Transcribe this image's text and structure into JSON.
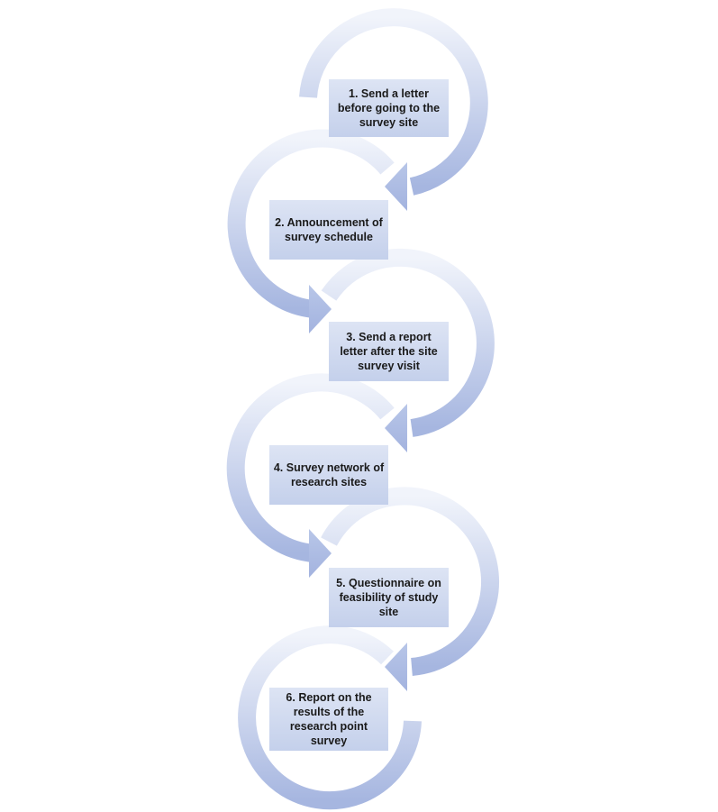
{
  "steps": [
    {
      "label": "1. Send a letter before going to the survey site"
    },
    {
      "label": "2. Announcement of survey schedule"
    },
    {
      "label": "3. Send a report letter after the site survey visit"
    },
    {
      "label": "4. Survey network of research sites"
    },
    {
      "label": "5. Questionnaire on feasibility of study site"
    },
    {
      "label": "6. Report on the results of the research point survey"
    }
  ],
  "colors": {
    "arrow_light": "#eef1fa",
    "arrow_dark": "#a6b6e0",
    "box_top": "#dde4f4",
    "box_bottom": "#c4d0eb"
  }
}
